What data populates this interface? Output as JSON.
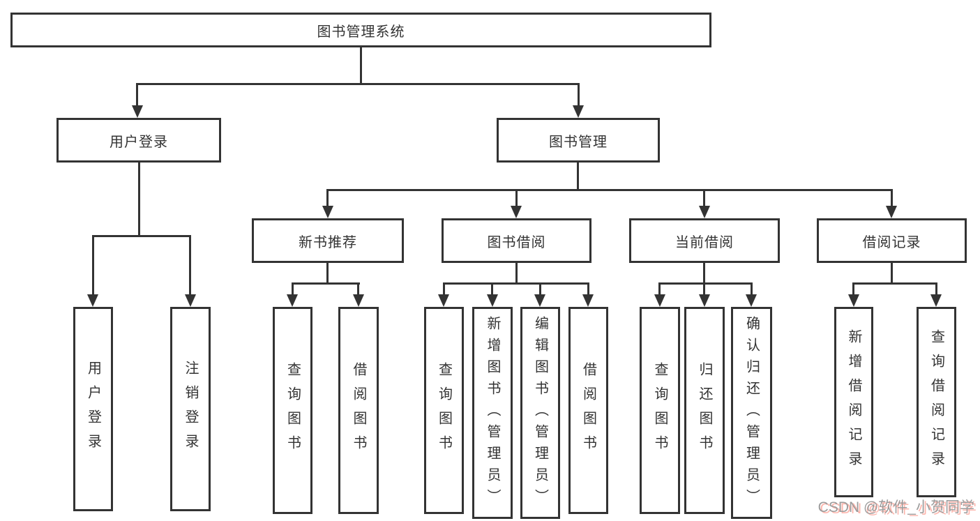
{
  "diagram": {
    "root": "图书管理系统",
    "level2": {
      "login": "用户登录",
      "management": "图书管理"
    },
    "level3": {
      "recommend": "新书推荐",
      "borrow": "图书借阅",
      "current": "当前借阅",
      "records": "借阅记录"
    },
    "leaves": {
      "login": [
        "用户登录",
        "注销登录"
      ],
      "recommend": [
        "查询图书",
        "借阅图书"
      ],
      "borrow": [
        "查询图书",
        "新增图书（管理员）",
        "编辑图书（管理员）",
        "借阅图书"
      ],
      "current": [
        "查询图书",
        "归还图书",
        "确认归还（管理员）"
      ],
      "records": [
        "新增借阅记录",
        "查询借阅记录"
      ]
    }
  },
  "watermark": "CSDN @软件_小贺同学",
  "colors": {
    "line": "#333333",
    "text": "#333333",
    "background": "#ffffff",
    "watermark_gray": "#9c9c9c",
    "watermark_red": "#fc5a46"
  }
}
